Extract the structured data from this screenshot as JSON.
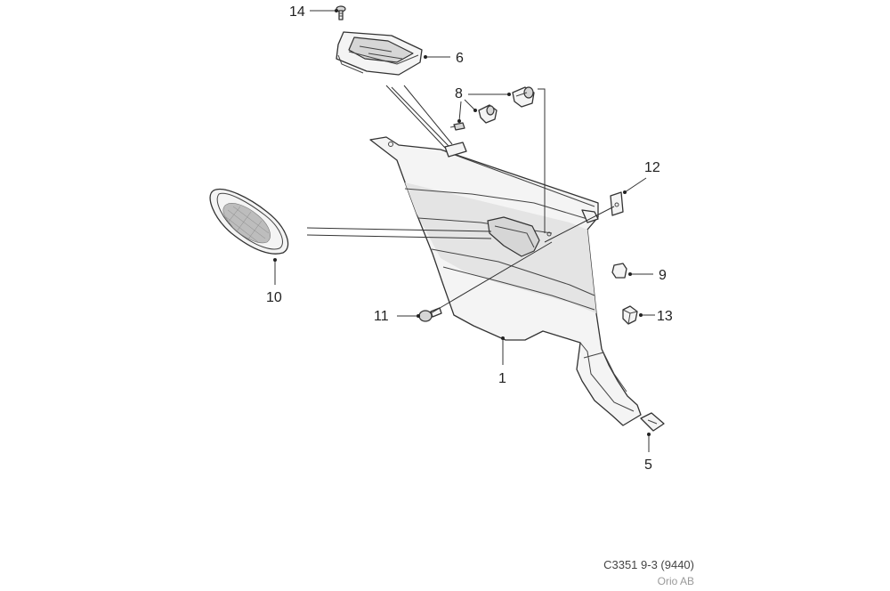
{
  "callouts": {
    "c1": "1",
    "c5": "5",
    "c6": "6",
    "c8": "8",
    "c9": "9",
    "c10": "10",
    "c11": "11",
    "c12": "12",
    "c13": "13",
    "c14": "14"
  },
  "footer": {
    "drawing_code": "C3351 9-3 (9440)",
    "copyright": "Orio AB"
  }
}
